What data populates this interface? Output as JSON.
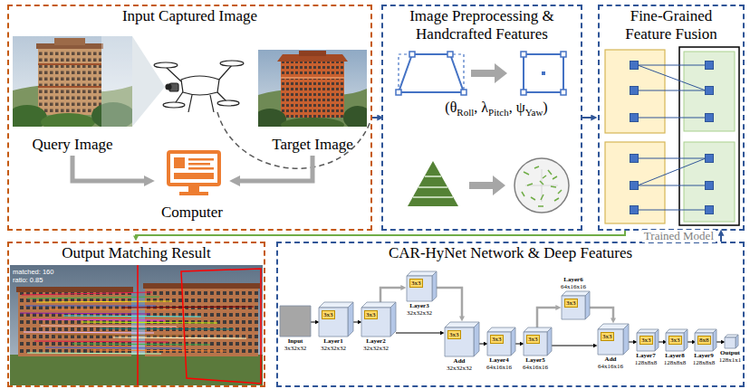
{
  "diagram": {
    "nodes": [
      {
        "text": [
          "Input Captured Image"
        ]
      },
      {
        "text": [
          "Query Image"
        ],
        "in": 0
      },
      {
        "text": [
          "Target Image"
        ],
        "in": 0
      },
      {
        "text": [
          "Computer"
        ],
        "in": 0
      },
      {
        "text": [
          "Image Preprocessing & Handcrafted Features"
        ]
      },
      {
        "text": [
          "Fine-Grained Feature Fusion"
        ]
      },
      {
        "text": [
          "Output Matching Result"
        ]
      },
      {
        "text": [
          "CAR-HyNet Network & Deep Features"
        ]
      },
      {
        "text": [
          "Input",
          "3x32x32"
        ],
        "in": 7
      },
      {
        "text": [
          "3x3",
          "Layer1",
          "32x32x32"
        ],
        "in": 7
      },
      {
        "text": [
          "3x3",
          "Layer2",
          "32x32x32"
        ],
        "in": 7
      },
      {
        "text": [
          "3x3",
          "Layer3",
          "32x32x32"
        ],
        "in": 7
      },
      {
        "text": [
          "3x3",
          "Add",
          "32x32x32"
        ],
        "in": 7
      },
      {
        "text": [
          "3x3",
          "Layer4",
          "64x16x16"
        ],
        "in": 7
      },
      {
        "text": [
          "3x3",
          "Layer5",
          "64x16x16"
        ],
        "in": 7
      },
      {
        "text": [
          "3x3",
          "Layer6",
          "64x16x16"
        ],
        "in": 7
      },
      {
        "text": [
          "3x3",
          "Add",
          "64x16x16"
        ],
        "in": 7
      },
      {
        "text": [
          "3x3",
          "Layer7",
          "128x8x8"
        ],
        "in": 7
      },
      {
        "text": [
          "3x3",
          "Layer8",
          "128x8x8"
        ],
        "in": 7
      },
      {
        "text": [
          "8x8",
          "Layer9",
          "128x8x8"
        ],
        "in": 7
      },
      {
        "text": [
          "Output",
          "128x1x1"
        ],
        "in": 7
      }
    ],
    "edges": [
      {
        "from": 0,
        "to": 4,
        "arrow": "to"
      },
      {
        "from": 4,
        "to": 5,
        "arrow": "to"
      },
      {
        "from": 5,
        "to": 6,
        "arrow": "to"
      },
      {
        "from": 7,
        "to": 5,
        "arrow": "to",
        "label": "Trained Model"
      },
      {
        "from": 1,
        "to": 3,
        "arrow": "to"
      },
      {
        "from": 2,
        "to": 3,
        "arrow": "to"
      },
      {
        "from": 8,
        "to": 9,
        "arrow": "to"
      },
      {
        "from": 9,
        "to": 10,
        "arrow": "to"
      },
      {
        "from": 10,
        "to": 12,
        "arrow": "to"
      },
      {
        "from": 10,
        "to": 11,
        "arrow": "to"
      },
      {
        "from": 11,
        "to": 12,
        "arrow": "to"
      },
      {
        "from": 12,
        "to": 13,
        "arrow": "to"
      },
      {
        "from": 13,
        "to": 14,
        "arrow": "to"
      },
      {
        "from": 14,
        "to": 16,
        "arrow": "to"
      },
      {
        "from": 14,
        "to": 15,
        "arrow": "to"
      },
      {
        "from": 15,
        "to": 16,
        "arrow": "to"
      },
      {
        "from": 16,
        "to": 17,
        "arrow": "to"
      },
      {
        "from": 17,
        "to": 18,
        "arrow": "to"
      },
      {
        "from": 18,
        "to": 19,
        "arrow": "to"
      },
      {
        "from": 19,
        "to": 20,
        "arrow": "to"
      }
    ],
    "labels": [
      "matched: 160",
      "ratio: 0.85",
      "(θ",
      "Roll",
      ", λ",
      "Pitch",
      ", ψ",
      "Yaw",
      ")"
    ]
  }
}
